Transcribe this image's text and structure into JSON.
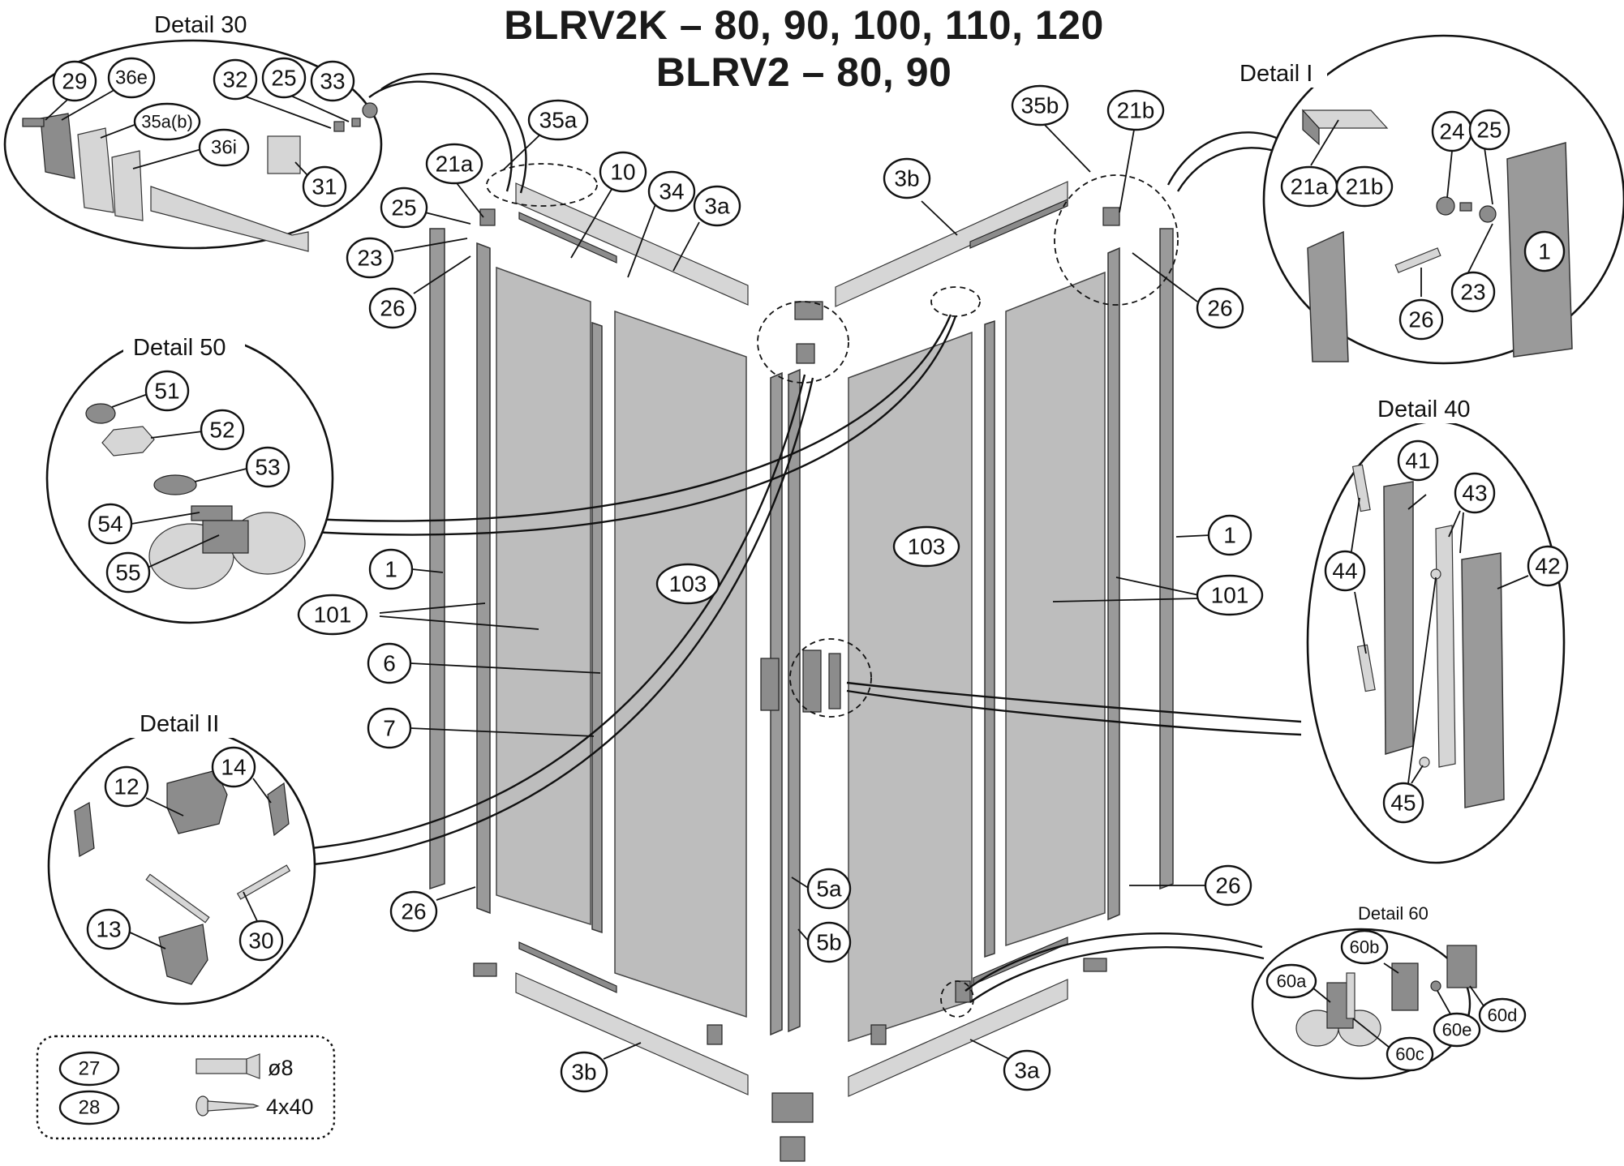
{
  "title_line1": "BLRV2K – 80, 90, 100, 110, 120",
  "title_line2": "BLRV2 – 80, 90",
  "details": {
    "detail30": "Detail 30",
    "detail1": "Detail I",
    "detail50": "Detail 50",
    "detail40": "Detail 40",
    "detail2": "Detail II",
    "detail60": "Detail 60"
  },
  "callouts": {
    "c29": "29",
    "c36e": "36e",
    "c32": "32",
    "c25a": "25",
    "c33": "33",
    "c35ab": "35a(b)",
    "c36i": "36i",
    "c31": "31",
    "c35a": "35a",
    "c21a": "21a",
    "c25b": "25",
    "c23a": "23",
    "c26a": "26",
    "c10": "10",
    "c34": "34",
    "c3a_top": "3a",
    "c35b": "35b",
    "c21b": "21b",
    "c3b_top": "3b",
    "c21a_d": "21a",
    "c21b_d": "21b",
    "c24": "24",
    "c25c": "25",
    "c1_d": "1",
    "c23b": "23",
    "c26b": "26",
    "c26c": "26",
    "c51": "51",
    "c52": "52",
    "c53": "53",
    "c54": "54",
    "c55": "55",
    "c1_left": "1",
    "c101_left": "101",
    "c6": "6",
    "c7": "7",
    "c103_left": "103",
    "c103_right": "103",
    "c1_right": "1",
    "c101_right": "101",
    "c41": "41",
    "c43": "43",
    "c44": "44",
    "c42": "42",
    "c45": "45",
    "c12": "12",
    "c14": "14",
    "c13": "13",
    "c30": "30",
    "c26d": "26",
    "c5a": "5a",
    "c5b": "5b",
    "c26e": "26",
    "c3b_bot": "3b",
    "c3a_bot": "3a",
    "c60a": "60a",
    "c60b": "60b",
    "c60c": "60c",
    "c60d": "60d",
    "c60e": "60e",
    "c27": "27",
    "c28": "28"
  },
  "hardware": {
    "dowel_size": "ø8",
    "screw_size": "4x40"
  }
}
